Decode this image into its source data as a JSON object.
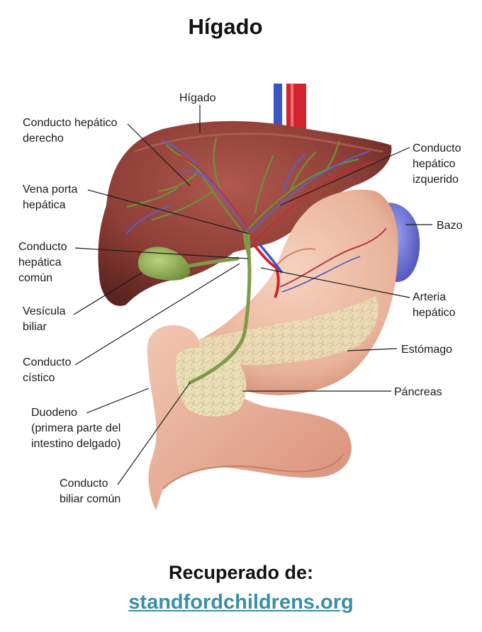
{
  "title": "Hígado",
  "labels": {
    "higado": "Hígado",
    "conducto_hepatico_derecho": [
      "Conducto hepático",
      "derecho"
    ],
    "vena_porta": [
      "Vena porta",
      "hepática"
    ],
    "conducto_hepatico_comun": [
      "Conducto",
      "hepática",
      "común"
    ],
    "vesicula": [
      "Vesícula",
      "biliar"
    ],
    "conducto_cistico": [
      "Conducto",
      "cístico"
    ],
    "duodeno": [
      "Duodeno",
      "(primera parte del",
      "intestino delgado)"
    ],
    "conducto_biliar_comun": [
      "Conducto",
      "biliar común"
    ],
    "conducto_hepatico_izquierdo": [
      "Conducto",
      "hepático",
      "izquerido"
    ],
    "bazo": "Bazo",
    "arteria_hepatica": [
      "Arteria",
      "hepático"
    ],
    "estomago": "Estómago",
    "pancreas": "Páncreas"
  },
  "credit": {
    "label": "Recuperado de:",
    "link": "standfordchildrens.org"
  },
  "colors": {
    "liver": "#8e3f37",
    "stomach": "#e9b29a",
    "duodenum": "#eab19b",
    "pancreas": "#e8dcb4",
    "gallbladder": "#8fae55",
    "spleen": "#6b6fd0",
    "artery": "#d2232f",
    "vein": "#3b55c4",
    "link": "#3a8fa3"
  }
}
